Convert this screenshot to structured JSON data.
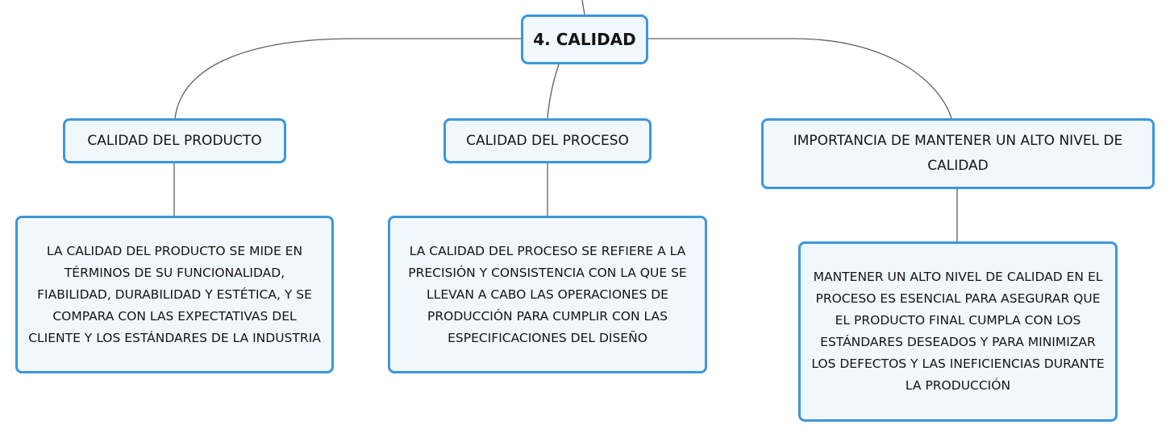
{
  "colors": {
    "node_border": "#3d96dc",
    "node_fill": "#f0f7fd",
    "connector": "#5f5f5f",
    "text": "#141414"
  },
  "root": {
    "label": "4. CALIDAD"
  },
  "topics": [
    {
      "label": "CALIDAD DEL PRODUCTO",
      "detail": "LA CALIDAD DEL PRODUCTO SE MIDE EN TÉRMINOS DE SU FUNCIONALIDAD, FIABILIDAD, DURABILIDAD Y ESTÉTICA, Y SE COMPARA CON LAS EXPECTATIVAS DEL CLIENTE Y LOS ESTÁNDARES DE LA INDUSTRIA"
    },
    {
      "label": "CALIDAD DEL PROCESO",
      "detail": "LA CALIDAD DEL PROCESO SE REFIERE A LA PRECISIÓN Y CONSISTENCIA CON LA QUE SE LLEVAN A CABO LAS OPERACIONES DE PRODUCCIÓN PARA CUMPLIR CON LAS ESPECIFICACIONES DEL DISEÑO"
    },
    {
      "label": "IMPORTANCIA DE MANTENER UN ALTO NIVEL DE CALIDAD",
      "detail": "MANTENER UN ALTO NIVEL DE CALIDAD EN EL PROCESO ES ESENCIAL PARA ASEGURAR QUE EL PRODUCTO FINAL CUMPLA CON LOS ESTÁNDARES DESEADOS Y PARA MINIMIZAR LOS DEFECTOS Y LAS INEFICIENCIAS DURANTE LA PRODUCCIÓN"
    }
  ]
}
